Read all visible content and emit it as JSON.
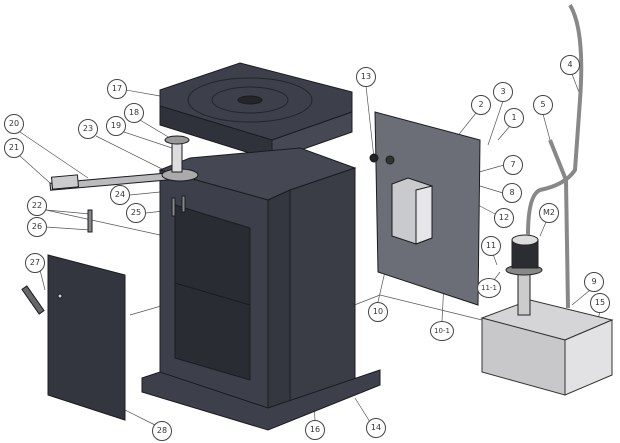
{
  "diagram": {
    "labels": {
      "l1": "1",
      "l2": "2",
      "l3": "3",
      "l4": "4",
      "l5": "5",
      "l7": "7",
      "l8": "8",
      "l9": "9",
      "l10": "10",
      "l10_1": "10-1",
      "l11": "11",
      "l11_1": "11-1",
      "l12": "12",
      "l13": "13",
      "l14": "14",
      "l15": "15",
      "l16": "16",
      "l17": "17",
      "l18": "18",
      "l19": "19",
      "l20": "20",
      "l21": "21",
      "l22": "22",
      "l23": "23",
      "l24": "24",
      "l25": "25",
      "l26": "26",
      "l27": "27",
      "l28": "28",
      "lM2": "M2"
    },
    "colors": {
      "body": "#3d404a",
      "edge": "#1a1c22",
      "panel": "#6b6e76",
      "light": "#c9cacd"
    }
  }
}
